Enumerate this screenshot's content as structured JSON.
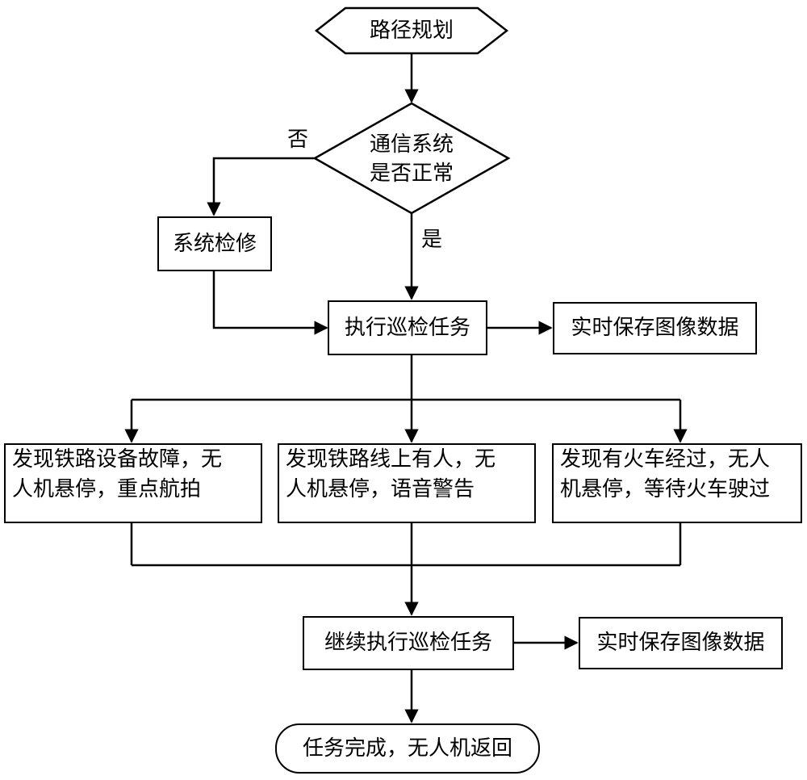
{
  "flowchart": {
    "start": "路径规划",
    "decision": {
      "line1": "通信系统",
      "line2": "是否正常"
    },
    "edge_no": "否",
    "edge_yes": "是",
    "repair": "系统检修",
    "patrol": "执行巡检任务",
    "save_1": "实时保存图像数据",
    "case_fault": {
      "line1": "发现铁路设备故障，无",
      "line2": "人机悬停，重点航拍"
    },
    "case_person": {
      "line1": "发现铁路线上有人，无",
      "line2": "人机悬停，语音警告"
    },
    "case_train": {
      "line1": "发现有火车经过，无人",
      "line2": "机悬停，等待火车驶过"
    },
    "continue_patrol": "继续执行巡检任务",
    "save_2": "实时保存图像数据",
    "end": "任务完成，无人机返回"
  }
}
